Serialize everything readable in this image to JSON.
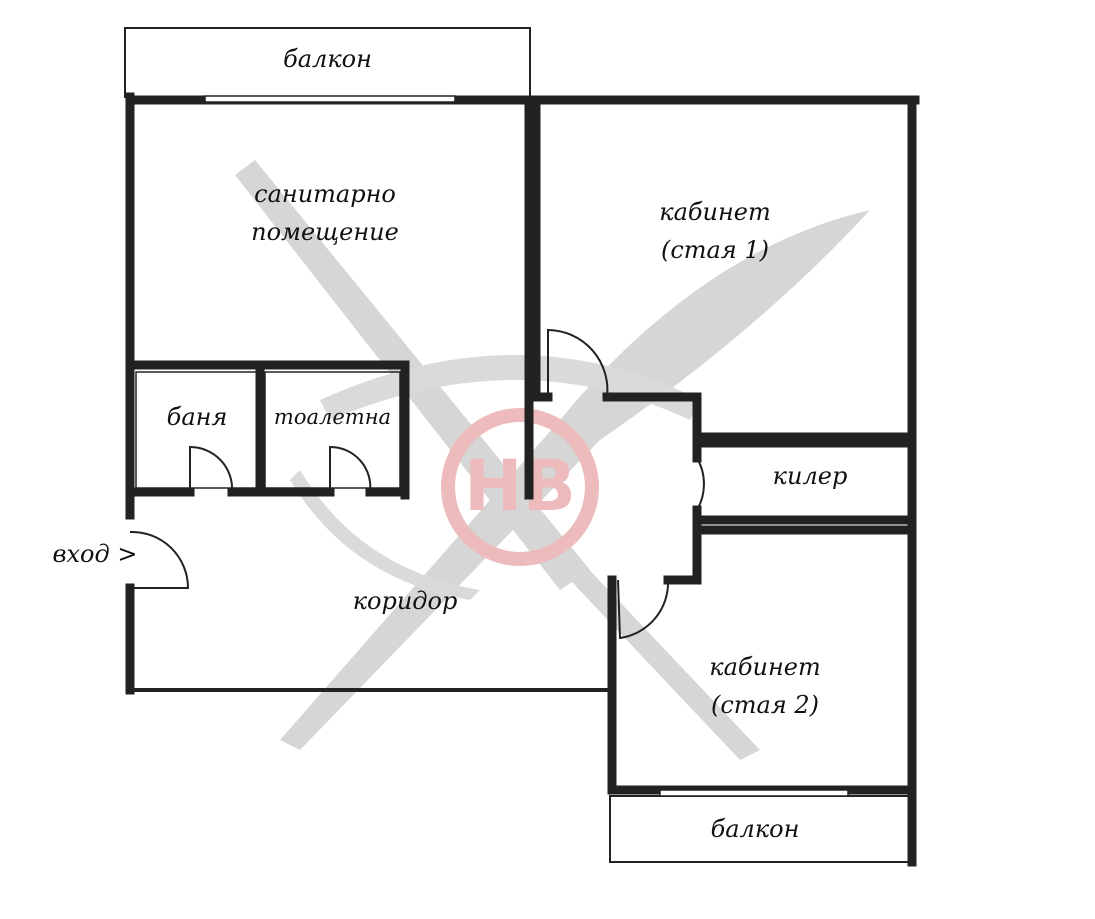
{
  "rooms": {
    "balcony_top": "балкон",
    "sanitary": "санитарно\nпомещение",
    "bathroom": "баня",
    "toilet": "тоалетна",
    "entrance": "вход >",
    "corridor": "коридор",
    "office1": "кабинет\n(стая 1)",
    "storage": "килер",
    "office2": "кабинет\n(стая 2)",
    "balcony_bottom": "балкон"
  },
  "watermark": {
    "logo_letters": "НВ",
    "logo_color": "#e8a0a0",
    "emblem_color": "#c8c8c8"
  }
}
